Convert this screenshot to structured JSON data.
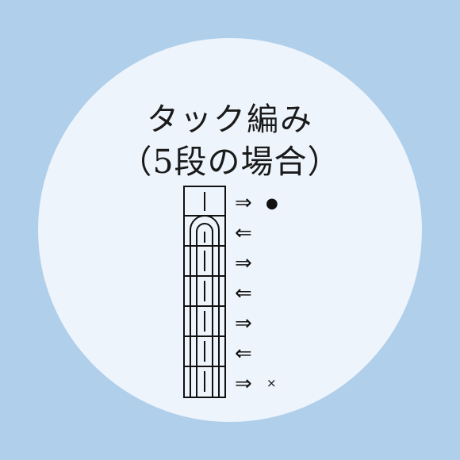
{
  "title": {
    "line1": "タック編み",
    "line2": "（5段の場合）"
  },
  "rows": [
    {
      "arrow": "⇒",
      "mark": "●",
      "stitch": "knit"
    },
    {
      "arrow": "⇐",
      "mark": "",
      "stitch": "tuck"
    },
    {
      "arrow": "⇒",
      "mark": "",
      "stitch": "tuck"
    },
    {
      "arrow": "⇐",
      "mark": "",
      "stitch": "tuck"
    },
    {
      "arrow": "⇒",
      "mark": "",
      "stitch": "tuck"
    },
    {
      "arrow": "⇐",
      "mark": "",
      "stitch": "tuck"
    },
    {
      "arrow": "⇒",
      "mark": "×",
      "stitch": "tuck"
    }
  ],
  "colors": {
    "background": "#b0cfeb",
    "circle": "#eef4fb",
    "ink": "#111111"
  }
}
